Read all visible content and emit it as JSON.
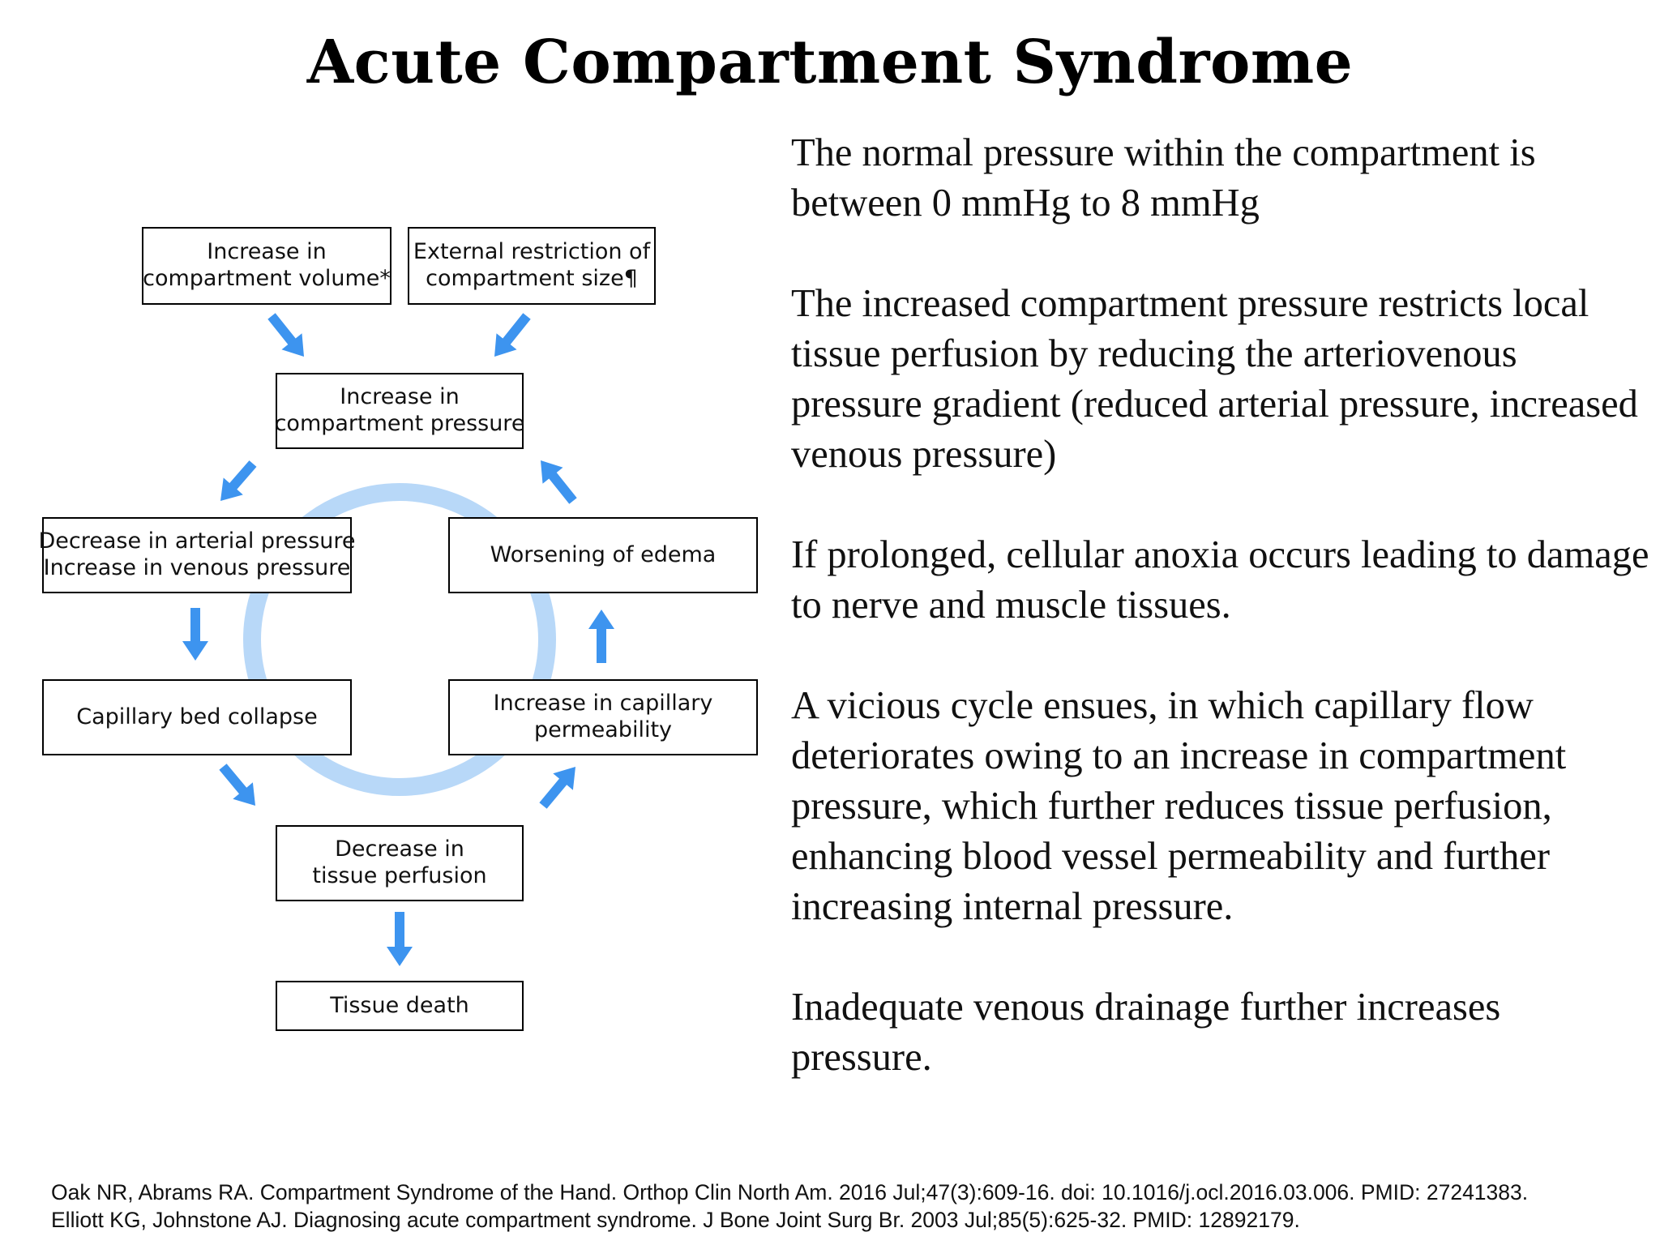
{
  "title": "Acute Compartment Syndrome",
  "diagram": {
    "boxes": {
      "increase_volume": [
        "Increase in",
        "compartment volume*"
      ],
      "external_restriction": [
        "External restriction of",
        "compartment size¶"
      ],
      "increase_pressure": [
        "Increase in",
        "compartment pressure"
      ],
      "arterial_venous": [
        "Decrease in arterial pressure",
        "Increase in venous pressure"
      ],
      "worsening_edema": [
        "Worsening of edema"
      ],
      "capillary_collapse": [
        "Capillary bed collapse"
      ],
      "capillary_permeability": [
        "Increase in capillary",
        "permeability"
      ],
      "decrease_perfusion": [
        "Decrease in",
        "tissue perfusion"
      ],
      "tissue_death": [
        "Tissue death"
      ]
    },
    "colors": {
      "arrow": "#3d94ef",
      "cycle_ring": "#b8d8f8",
      "cycle_ring_dark": "#a5cdf5",
      "border": "#000000"
    }
  },
  "paragraphs": [
    "The normal pressure within the compartment is between 0 mmHg to 8 mmHg",
    "The increased compartment pressure restricts local tissue perfusion by reducing the arteriovenous pressure gradient (reduced arterial pressure, increased venous pressure)",
    "If prolonged, cellular anoxia occurs leading to damage to nerve and muscle tissues.",
    "A vicious cycle ensues, in which capillary flow deteriorates owing to an increase in compartment pressure, which further reduces tissue perfusion, enhancing blood vessel permeability and further increasing internal pressure.",
    "Inadequate venous drainage further increases pressure."
  ],
  "references": [
    "Oak NR, Abrams RA. Compartment Syndrome of the Hand. Orthop Clin North Am. 2016 Jul;47(3):609-16. doi: 10.1016/j.ocl.2016.03.006. PMID: 27241383.",
    "Elliott KG, Johnstone AJ. Diagnosing acute compartment syndrome. J Bone Joint Surg Br. 2003 Jul;85(5):625-32. PMID: 12892179."
  ]
}
